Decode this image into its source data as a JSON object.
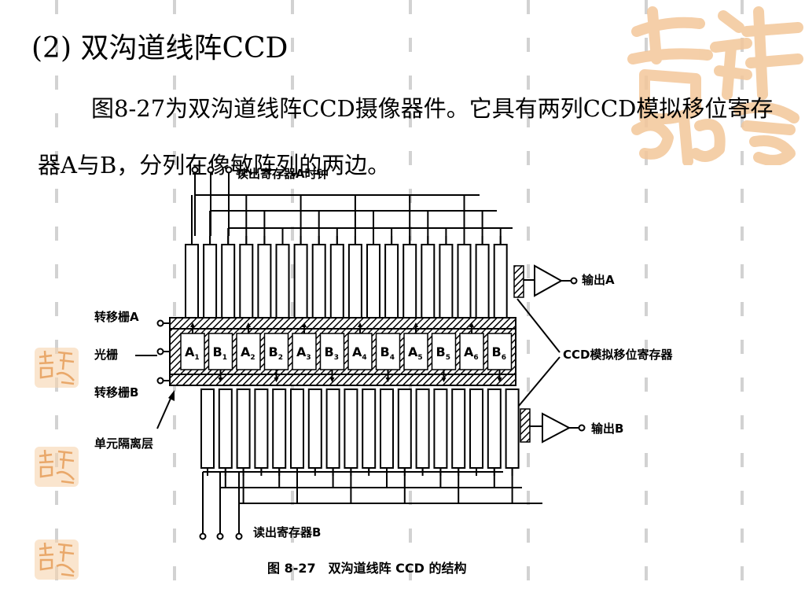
{
  "slide": {
    "heading": "(2)  双沟道线阵CCD",
    "paragraph": "图8-27为双沟道线阵CCD摄像器件。它具有两列CCD模拟移位寄存器A与B，分列在像敏阵列的两边。"
  },
  "figure": {
    "top_label": "读出寄存器A时钟",
    "bottom_label": "读出寄存器B",
    "output_a": "输出A",
    "output_b": "输出B",
    "transfer_gate_a": "转移栅A",
    "photo_gate": "光栅",
    "transfer_gate_b": "转移栅B",
    "isolation_layer": "单元隔离层",
    "register_label": "CCD模拟移位寄存器",
    "caption": "图 8-27　双沟道线阵 CCD 的结构",
    "cells": [
      {
        "letter": "A",
        "sub": "1"
      },
      {
        "letter": "B",
        "sub": "1"
      },
      {
        "letter": "A",
        "sub": "2"
      },
      {
        "letter": "B",
        "sub": "2"
      },
      {
        "letter": "A",
        "sub": "3"
      },
      {
        "letter": "B",
        "sub": "3"
      },
      {
        "letter": "A",
        "sub": "4"
      },
      {
        "letter": "B",
        "sub": "4"
      },
      {
        "letter": "A",
        "sub": "5"
      },
      {
        "letter": "B",
        "sub": "5"
      },
      {
        "letter": "A",
        "sub": "6"
      },
      {
        "letter": "B",
        "sub": "6"
      }
    ]
  },
  "logo_text": "吉祥如意",
  "colors": {
    "logo": "#f3c79a",
    "hatch": "#000000",
    "dash": "#d0d0d0"
  }
}
